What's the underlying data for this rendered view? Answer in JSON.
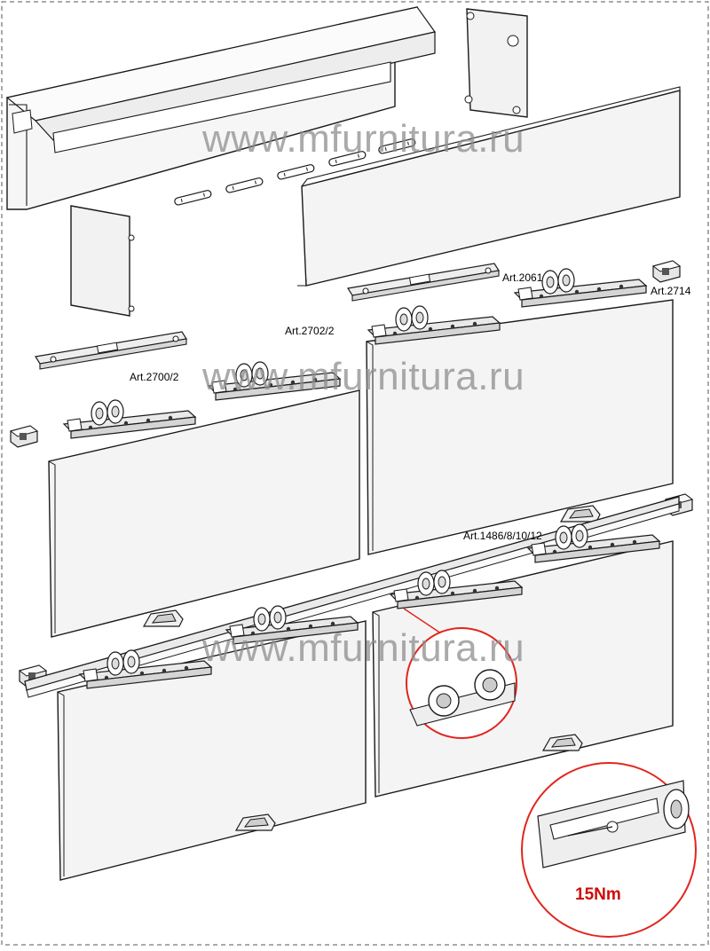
{
  "watermark": "www.mfurnitura.ru",
  "labels": {
    "art_2061": "Art.2061",
    "art_2714": "Art.2714",
    "art_2702_2": "Art.2702/2",
    "art_2700_2": "Art.2700/2",
    "art_1486": "Art.1486/8/10/12"
  },
  "torque": "15Nm",
  "colors": {
    "line": "#1a1a1a",
    "panel_fill": "#f4f4f4",
    "part_fill": "#e9e9e9",
    "detail_ring": "#e0261e",
    "torque_text": "#d10a0a",
    "watermark": "#8e8e8e"
  }
}
